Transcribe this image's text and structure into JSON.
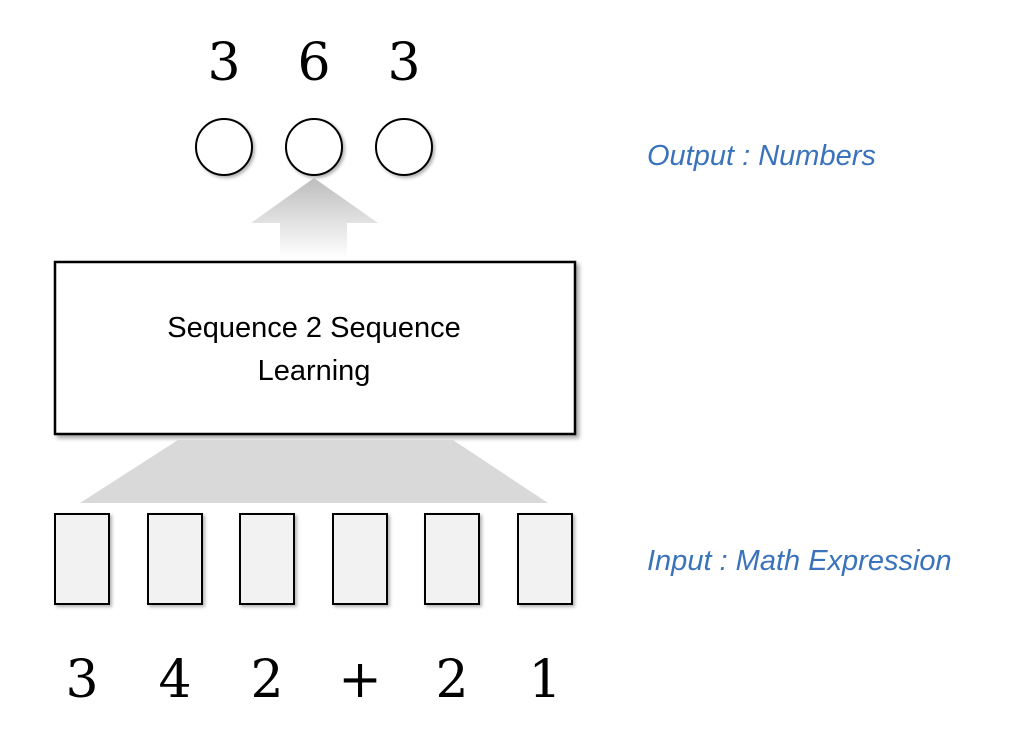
{
  "output": {
    "digits": [
      "3",
      "6",
      "3"
    ],
    "label": "Output : Numbers"
  },
  "model": {
    "line1": "Sequence 2 Sequence",
    "line2": "Learning"
  },
  "input": {
    "tokens": [
      "3",
      "4",
      "2",
      "+",
      "2",
      "1"
    ],
    "label": "Input : Math Expression"
  },
  "colors": {
    "label_blue": "#3a73bb",
    "token_fill": "#f2f2f2",
    "arrow_gray": "#c8c8c8",
    "funnel_gray": "#d9d9d9"
  }
}
